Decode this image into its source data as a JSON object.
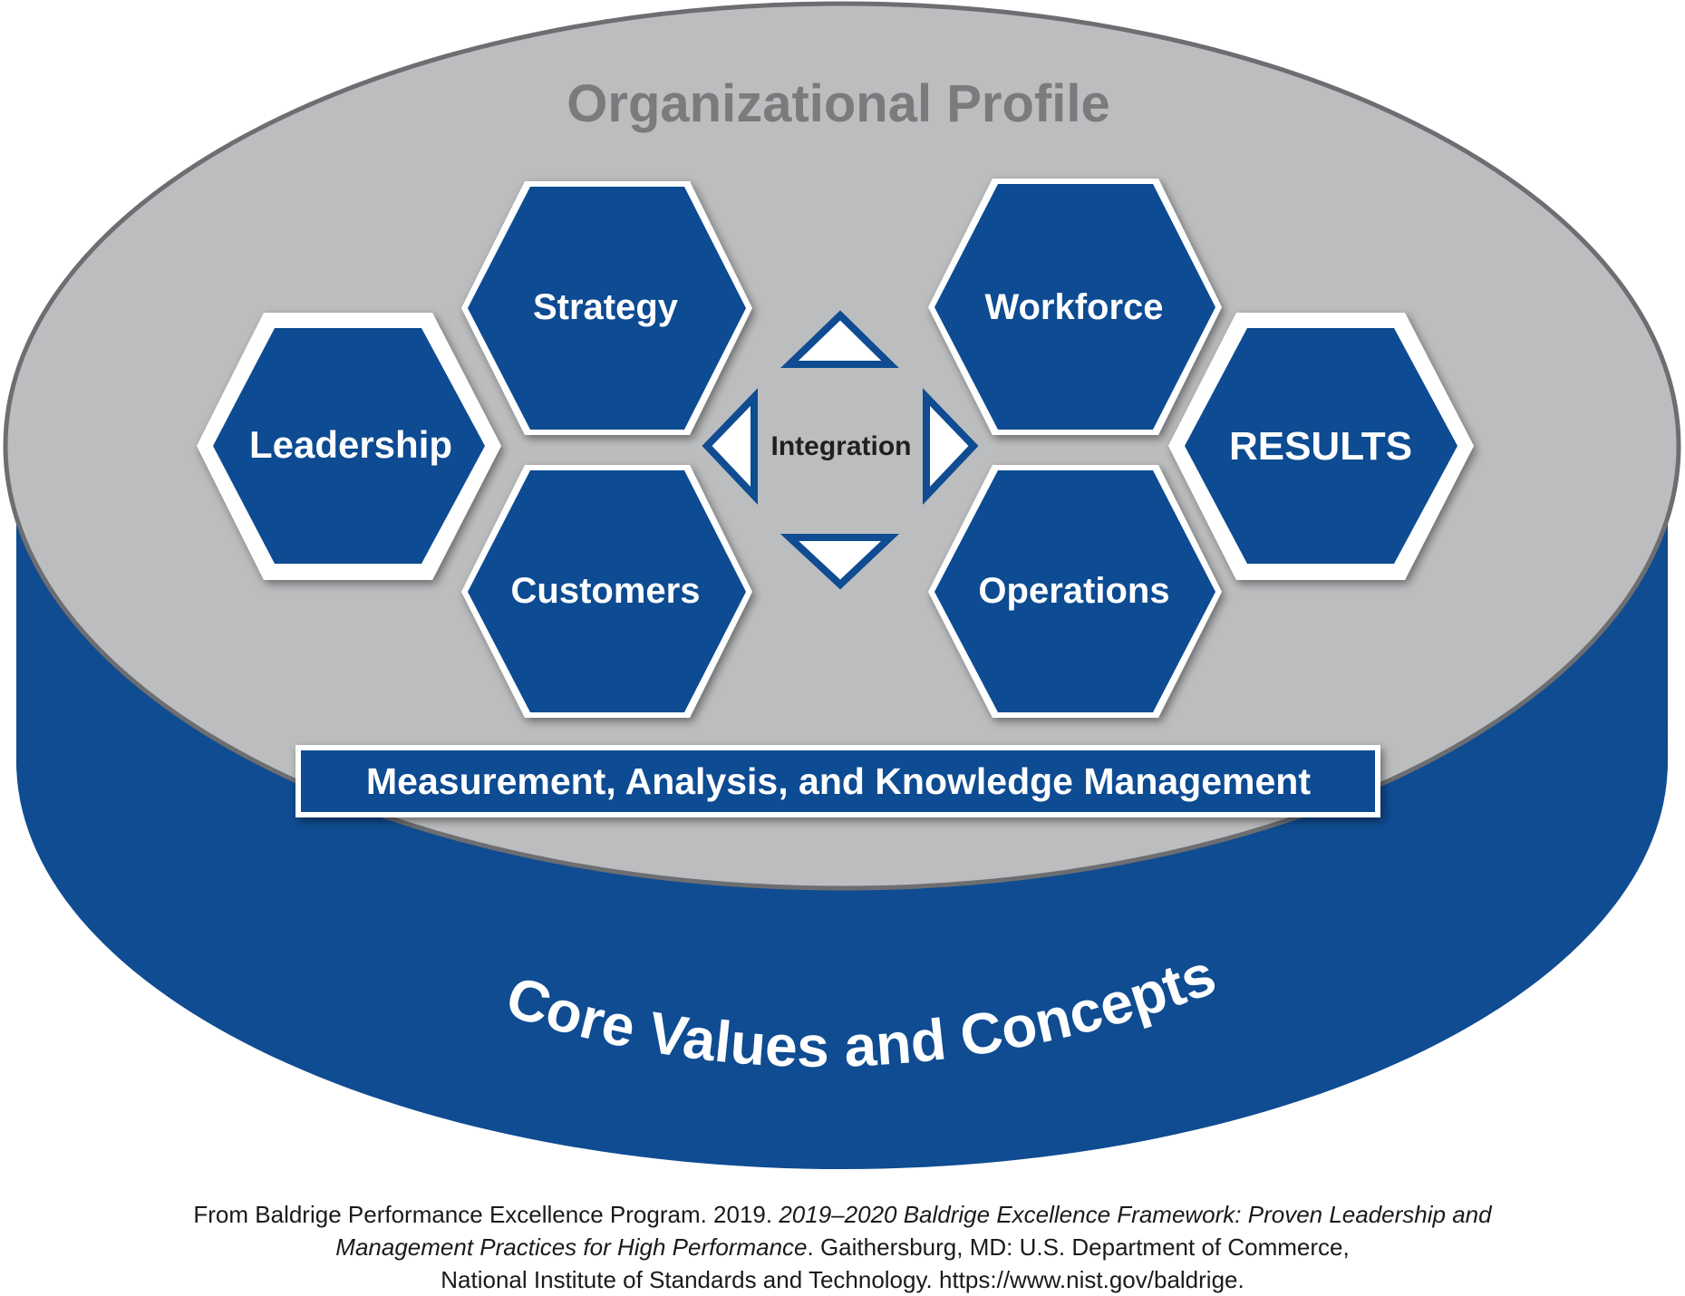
{
  "title": "Organizational Profile",
  "base_label": "Core Values and Concepts",
  "center_label": "Integration",
  "hexagons": {
    "leadership": "Leadership",
    "strategy": "Strategy",
    "customers": "Customers",
    "workforce": "Workforce",
    "operations": "Operations",
    "results": "RESULTS"
  },
  "bar_label": "Measurement, Analysis, and Knowledge Management",
  "citation": {
    "part1": "From Baldrige Performance Excellence Program. 2019. ",
    "title_italic_1": "2019–2020 Baldrige Excellence Framework: Proven Leadership and",
    "title_italic_2": "Management Practices for High Performance",
    "part2": ". Gaithersburg, MD: U.S. Department of Commerce,",
    "part3": "National Institute of Standards and Technology. https://www.nist.gov/baldrige."
  },
  "colors": {
    "navy": "#0f4c92",
    "gray_top": "#bcbdbf",
    "title_gray": "#7b7b7e",
    "outline": "#6d6e71"
  }
}
